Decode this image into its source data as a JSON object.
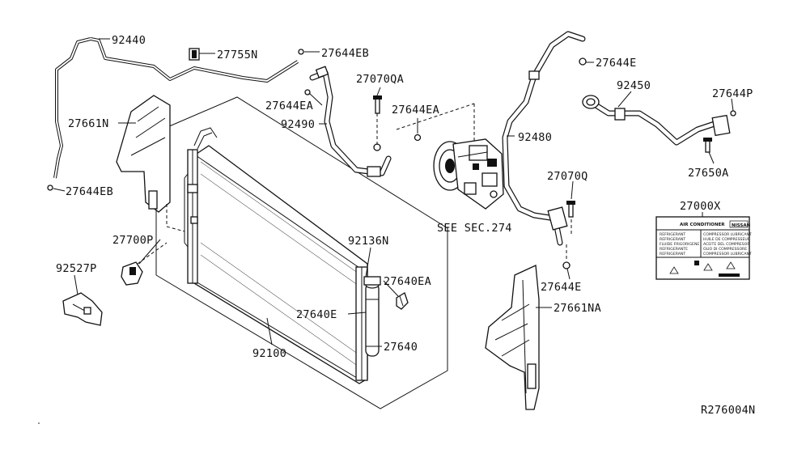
{
  "callouts": [
    {
      "id": "92440",
      "text": "92440"
    },
    {
      "id": "27755N",
      "text": "27755N"
    },
    {
      "id": "27644EB_top",
      "text": "27644EB"
    },
    {
      "id": "27661N",
      "text": "27661N"
    },
    {
      "id": "27644EB_left",
      "text": "27644EB"
    },
    {
      "id": "27700P",
      "text": "27700P"
    },
    {
      "id": "92527P",
      "text": "92527P"
    },
    {
      "id": "27070QA",
      "text": "27070QA"
    },
    {
      "id": "27644EA_1",
      "text": "27644EA"
    },
    {
      "id": "92490",
      "text": "92490"
    },
    {
      "id": "27644EA_2",
      "text": "27644EA"
    },
    {
      "id": "92136N",
      "text": "92136N"
    },
    {
      "id": "27640EA",
      "text": "27640EA"
    },
    {
      "id": "27640E",
      "text": "27640E"
    },
    {
      "id": "27640",
      "text": "27640"
    },
    {
      "id": "92100",
      "text": "92100"
    },
    {
      "id": "27644E_top",
      "text": "27644E"
    },
    {
      "id": "92480",
      "text": "92480"
    },
    {
      "id": "27070Q",
      "text": "27070Q"
    },
    {
      "id": "27644E_bottom",
      "text": "27644E"
    },
    {
      "id": "27661NA",
      "text": "27661NA"
    },
    {
      "id": "92450",
      "text": "92450"
    },
    {
      "id": "27644P",
      "text": "27644P"
    },
    {
      "id": "27650A",
      "text": "27650A"
    },
    {
      "id": "27000X",
      "text": "27000X"
    }
  ],
  "reference": "SEE SEC.274",
  "diagram_code": "R276004N",
  "label_plate": {
    "title": "AIR CONDITIONER",
    "brand": "NISSAN",
    "left_lines": [
      "REFRIGERANT",
      "REFRIGERANT",
      "FLUIDE FRIGORIGENE",
      "REFRIGERANTE",
      "REFRIGERANT"
    ],
    "right_lines": [
      "COMPRESSOR LUBRICANT",
      "HUILE DE COMPRESSEUR",
      "ACEITE DEL COMPRESOR",
      "OLIO DI COMPRESSORE",
      "COMPRESSOR LUBRICANT"
    ]
  },
  "colors": {
    "line": "#111111",
    "background": "#ffffff"
  }
}
